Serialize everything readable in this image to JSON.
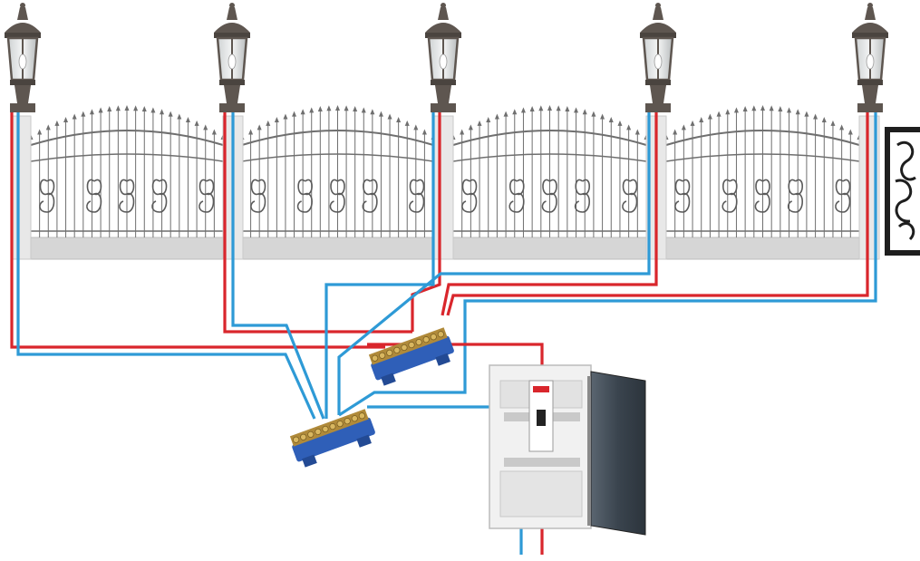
{
  "scene": {
    "lamp_count": 5,
    "fence_section_count": 4,
    "terminal_block_count": 2,
    "breaker_count": 1
  },
  "colors": {
    "phase_wire": "#d9262c",
    "neutral_wire": "#2e9ad6",
    "terminal_block": "#2f5fb8",
    "terminal_brass": "#b08a3a",
    "fence_metal": "#6f6f6f",
    "fence_base": "#d6d6d6",
    "lamp_bronze": "#5e5650",
    "panel_body": "#f1f1f1",
    "panel_door": "#3f4a55"
  }
}
